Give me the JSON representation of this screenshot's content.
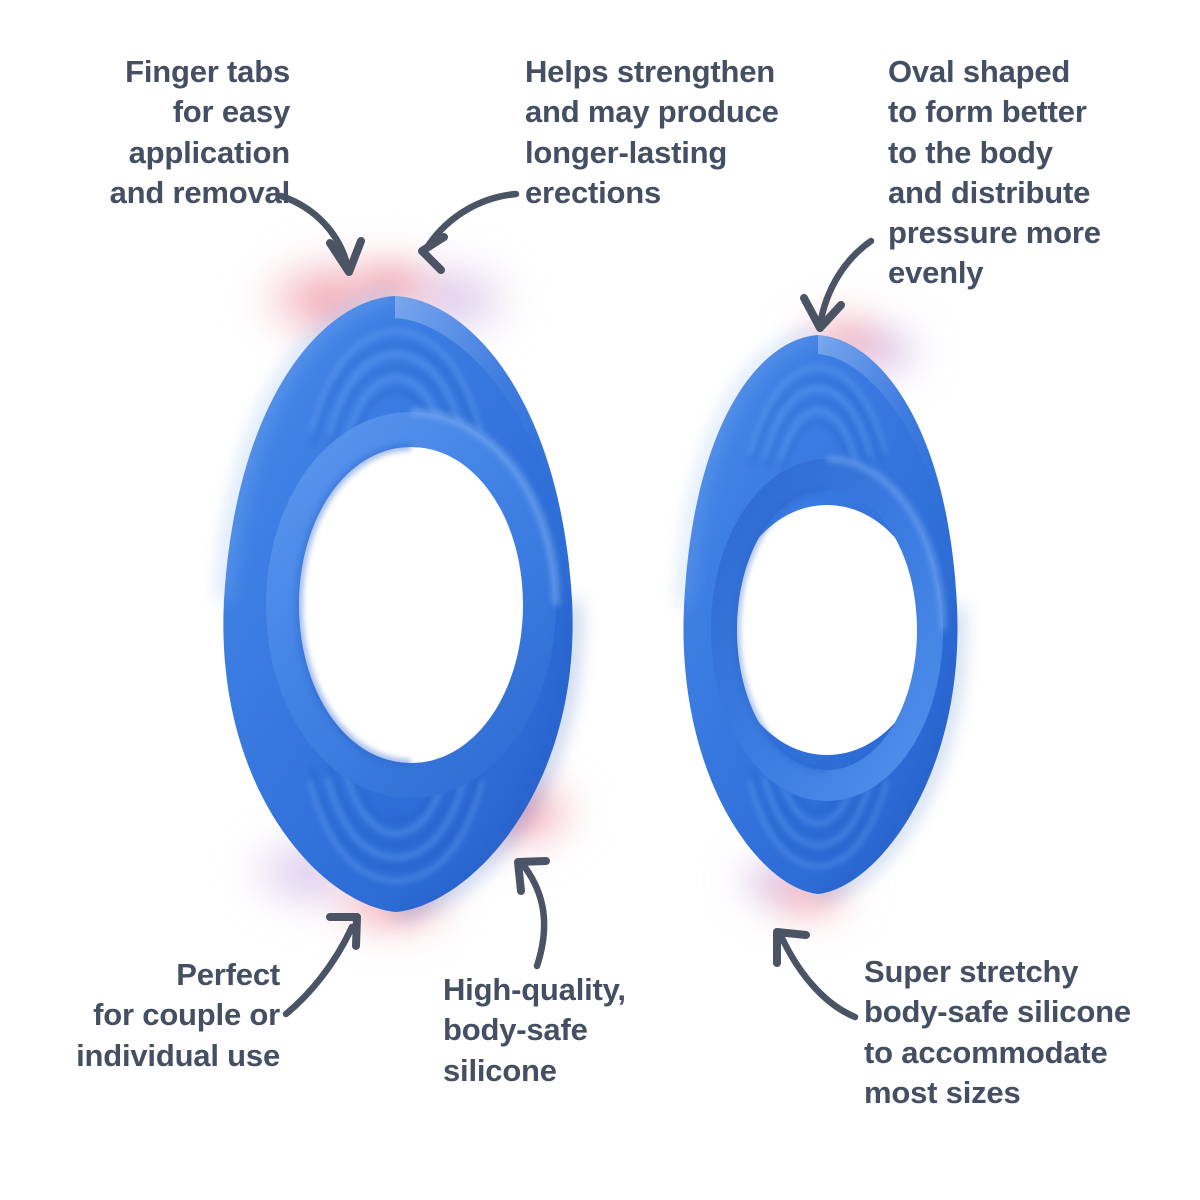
{
  "graphic": {
    "type": "product-feature-infographic",
    "background_color": "#ffffff",
    "text_color": "#454f63",
    "arrow_color": "#4a5464",
    "product_colors": {
      "silicone_blue": "#2f6fd8",
      "silicone_blue_light": "#4b8ae8",
      "silicone_blue_dark": "#2158b8",
      "glow_pink": "#f08e9c",
      "glow_lavender": "#c9a8dd"
    },
    "products": [
      {
        "name": "large-ring",
        "label": "Large oval silicone ring"
      },
      {
        "name": "small-ring",
        "label": "Small oval silicone ring"
      }
    ]
  },
  "callouts": [
    {
      "id": "finger-tabs",
      "text": "Finger tabs\nfor easy\napplication\nand removal",
      "align": "right",
      "arrow": "curve-down-right"
    },
    {
      "id": "strengthen",
      "text": "Helps strengthen\nand may produce\nlonger-lasting\nerections",
      "align": "left",
      "arrow": "curve-down-left"
    },
    {
      "id": "oval-shaped",
      "text": "Oval shaped\nto form better\nto the body\nand distribute\npressure more\nevenly",
      "align": "left",
      "arrow": "curve-down-left"
    },
    {
      "id": "couple-or-individual",
      "text": "Perfect\nfor couple or\nindividual use",
      "align": "right",
      "arrow": "curve-up-right"
    },
    {
      "id": "high-quality-silicone",
      "text": "High-quality,\nbody-safe\nsilicone",
      "align": "left",
      "arrow": "curve-up-left"
    },
    {
      "id": "super-stretchy",
      "text": "Super stretchy\nbody-safe silicone\nto accommodate\nmost sizes",
      "align": "left",
      "arrow": "curve-up-left"
    }
  ]
}
